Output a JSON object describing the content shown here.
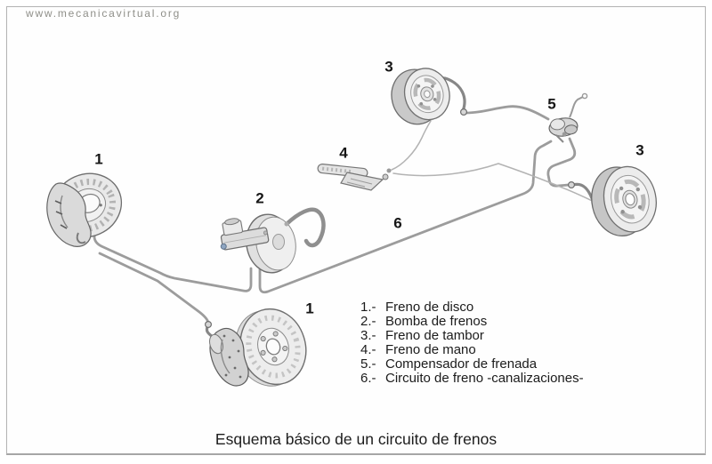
{
  "site": {
    "url": "www.mecanicavirtual.org"
  },
  "caption": "Esquema básico de un circuito de frenos",
  "legend": {
    "items": [
      {
        "num": "1.-",
        "label": "Freno de disco"
      },
      {
        "num": "2.-",
        "label": "Bomba de frenos"
      },
      {
        "num": "3.-",
        "label": "Freno de tambor"
      },
      {
        "num": "4.-",
        "label": "Freno de mano"
      },
      {
        "num": "5.-",
        "label": "Compensador de frenada"
      },
      {
        "num": "6.-",
        "label": "Circuito de freno -canalizaciones-"
      }
    ]
  },
  "diagram": {
    "labels": [
      {
        "text": "1",
        "part": "front-left-disc-brake"
      },
      {
        "text": "2",
        "part": "master-cylinder"
      },
      {
        "text": "3",
        "part": "rear-top-drum-brake"
      },
      {
        "text": "4",
        "part": "handbrake-lever"
      },
      {
        "text": "5",
        "part": "brake-compensator"
      },
      {
        "text": "3",
        "part": "rear-right-drum-brake"
      },
      {
        "text": "1",
        "part": "front-bottom-disc-brake"
      },
      {
        "text": "6",
        "part": "brake-lines"
      }
    ],
    "colors": {
      "pipe": "#9c9c9c",
      "hose": "#878787",
      "cable": "#b3b3b3",
      "part_fill": "#ececec",
      "part_stroke": "#6f6f6f",
      "bleeder_blue": "#8fa6c2"
    }
  }
}
